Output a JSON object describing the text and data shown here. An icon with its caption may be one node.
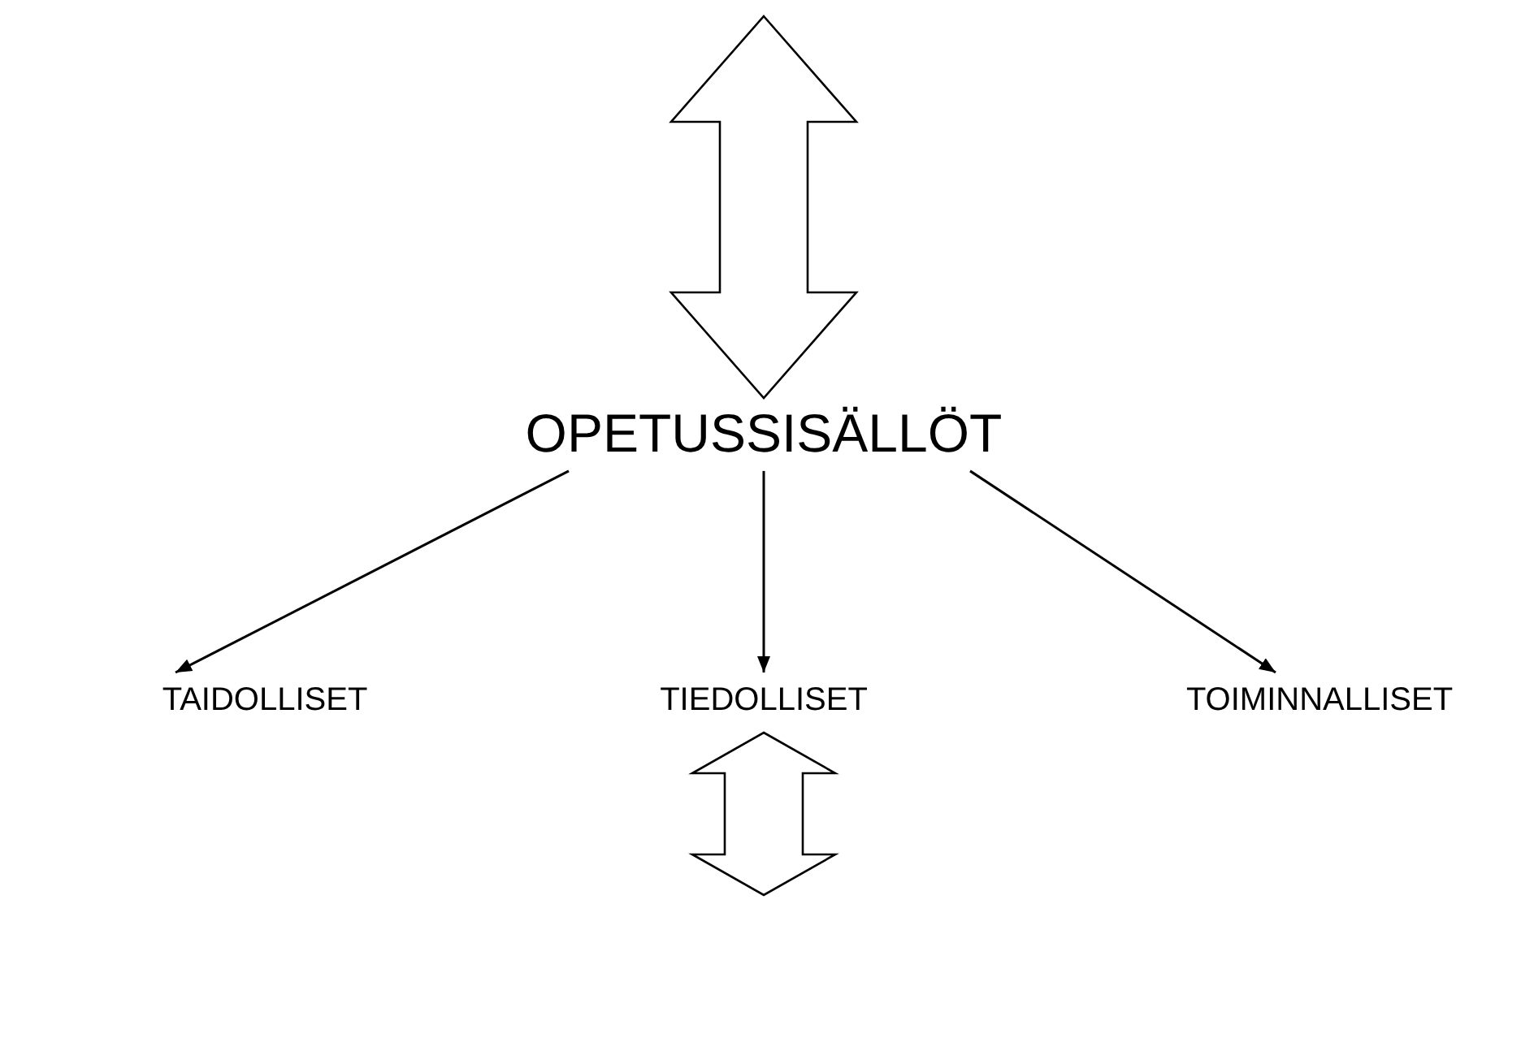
{
  "diagram": {
    "nodes": [
      {
        "text": [
          "OPETUSSISÄLLÖT"
        ]
      },
      {
        "text": [
          "TAIDOLLISET"
        ]
      },
      {
        "text": [
          "TIEDOLLISET"
        ]
      },
      {
        "text": [
          "TOIMINNALLISET"
        ]
      }
    ],
    "edges": [
      {
        "from": null,
        "to": 0,
        "arrow": "both",
        "style": "thick"
      },
      {
        "from": 0,
        "to": 1,
        "arrow": "to"
      },
      {
        "from": 0,
        "to": 2,
        "arrow": "to"
      },
      {
        "from": 0,
        "to": 3,
        "arrow": "to"
      },
      {
        "from": 2,
        "to": null,
        "arrow": "both",
        "style": "thick"
      }
    ]
  }
}
